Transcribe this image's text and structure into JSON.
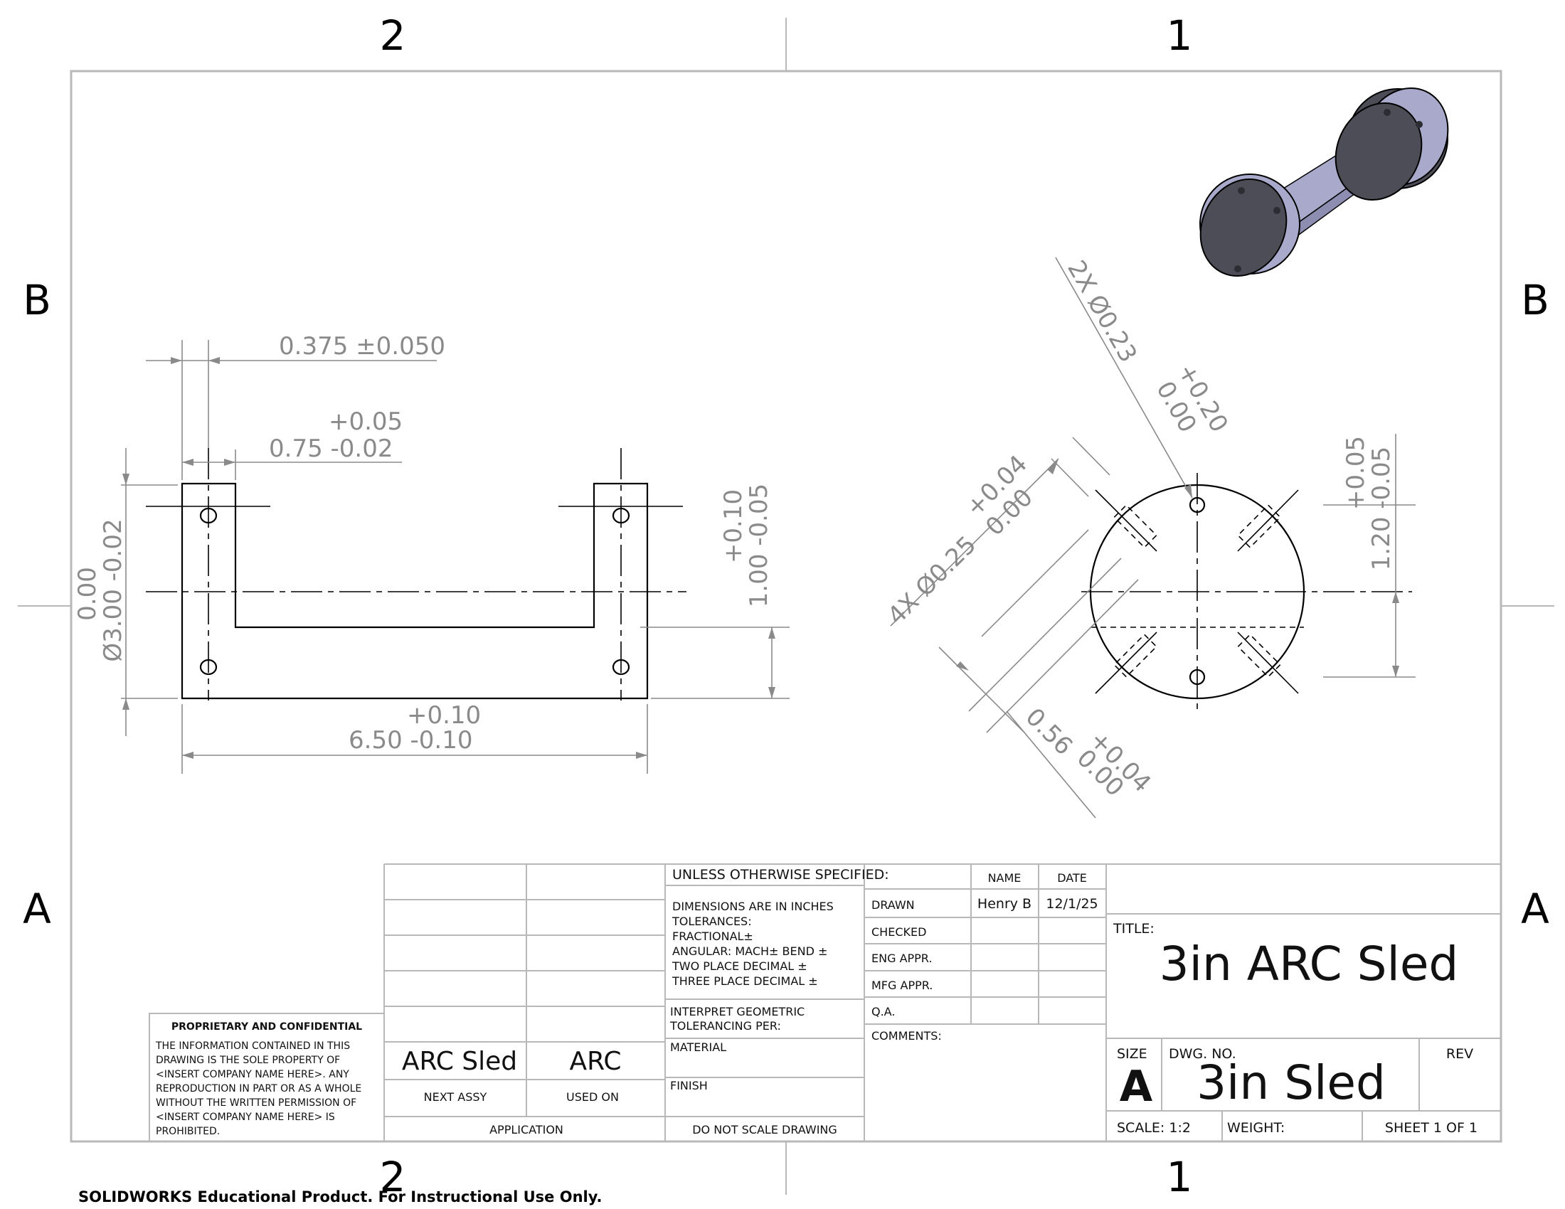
{
  "zones": {
    "top_left": "2",
    "top_right": "1",
    "bottom_left": "2",
    "bottom_right": "1",
    "left_upper": "B",
    "left_lower": "A",
    "right_upper": "B",
    "right_lower": "A"
  },
  "front_view": {
    "dim_top": "0.375 ±0.050",
    "dim_hole_tol": "+0.05",
    "dim_hole_val": "0.75 -0.02",
    "dim_dia_tol": "0.00",
    "dim_dia_val": "Ø3.00 -0.02",
    "dim_height_tol": "+0.10",
    "dim_height_val": "1.00 -0.05",
    "dim_len_tol": "+0.10",
    "dim_len_val": "6.50 -0.10"
  },
  "side_view": {
    "dim_2x": "2X Ø0.23",
    "dim_2x_tol_top": "+0.20",
    "dim_2x_tol_bot": "0.00",
    "dim_4x": "4X Ø0.25",
    "dim_4x_tol_top": "+0.04",
    "dim_4x_tol_bot": "0.00",
    "dim_056": "0.56",
    "dim_056_tol_top": "+0.04",
    "dim_056_tol_bot": "0.00",
    "dim_120": "1.20 -0.05",
    "dim_120_tol": "+0.05"
  },
  "title_block": {
    "unless": "UNLESS OTHERWISE SPECIFIED:",
    "dims_in_inches": "DIMENSIONS ARE IN INCHES",
    "tolerances": "TOLERANCES:",
    "fractional": "FRACTIONAL±",
    "angular": "ANGULAR: MACH±    BEND ±",
    "two_place": "TWO PLACE DECIMAL    ±",
    "three_place": "THREE PLACE DECIMAL   ±",
    "interpret": "INTERPRET GEOMETRIC",
    "tolerancing_per": "TOLERANCING PER:",
    "material": "MATERIAL",
    "finish": "FINISH",
    "do_not_scale": "DO NOT SCALE DRAWING",
    "name_header": "NAME",
    "date_header": "DATE",
    "drawn": "DRAWN",
    "drawn_name": "Henry B",
    "drawn_date": "12/1/25",
    "checked": "CHECKED",
    "eng_appr": "ENG APPR.",
    "mfg_appr": "MFG APPR.",
    "qa": "Q.A.",
    "comments": "COMMENTS:",
    "title_label": "TITLE:",
    "title": "3in ARC Sled",
    "size_label": "SIZE",
    "size": "A",
    "dwg_no_label": "DWG.  NO.",
    "dwg_no": "3in Sled",
    "rev_label": "REV",
    "scale": "SCALE: 1:2",
    "weight": "WEIGHT:",
    "sheet": "SHEET 1 OF 1",
    "next_assy_value": "ARC Sled",
    "used_on_value": "ARC",
    "next_assy": "NEXT ASSY",
    "used_on": "USED ON",
    "application": "APPLICATION"
  },
  "proprietary": {
    "heading": "PROPRIETARY AND CONFIDENTIAL",
    "lines": [
      "THE INFORMATION CONTAINED IN THIS",
      "DRAWING IS THE SOLE PROPERTY OF",
      "<INSERT COMPANY NAME HERE>.  ANY",
      "REPRODUCTION IN PART OR AS A WHOLE",
      "WITHOUT THE WRITTEN PERMISSION OF",
      "<INSERT COMPANY NAME HERE> IS",
      "PROHIBITED."
    ]
  },
  "footer_note": "SOLIDWORKS Educational Product. For Instructional Use Only.",
  "colors": {
    "dimension": "#8a8a8a",
    "frame": "#b8b8b8",
    "part_face": "#a9aacb",
    "part_dark": "#4a4a55"
  }
}
